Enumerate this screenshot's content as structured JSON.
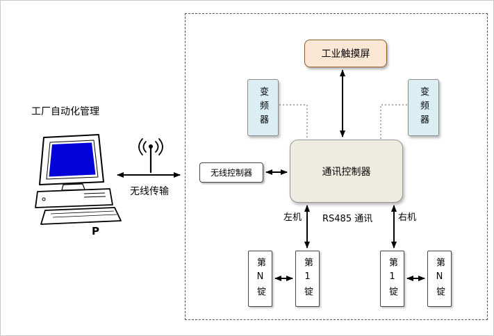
{
  "diagram": {
    "external": {
      "title": "工厂自动化管理",
      "computer_label": "P",
      "wireless_label": "无线传输"
    },
    "nodes": {
      "touchscreen": {
        "label": "工业触摸屏"
      },
      "inverter_left": {
        "label": "变频器"
      },
      "inverter_right": {
        "label": "变频器"
      },
      "controller": {
        "label": "通讯控制器"
      },
      "wireless_controller": {
        "label": "无线控制器"
      },
      "spindle_left_n": {
        "label": "第N锭"
      },
      "spindle_left_1": {
        "label": "第1锭"
      },
      "spindle_right_1": {
        "label": "第1锭"
      },
      "spindle_right_n": {
        "label": "第N锭"
      }
    },
    "labels": {
      "left_machine": "左机",
      "right_machine": "右机",
      "rs485": "RS485 通讯"
    },
    "icons": {
      "antenna": "antenna-icon",
      "computer": "desktop-computer-illustration"
    },
    "colors": {
      "touchscreen_bg": "#fce6d4",
      "inverter_bg": "#daeef3",
      "controller_bg": "#eeece1",
      "screen_blue": "#0202d8",
      "line": "#000000"
    }
  }
}
